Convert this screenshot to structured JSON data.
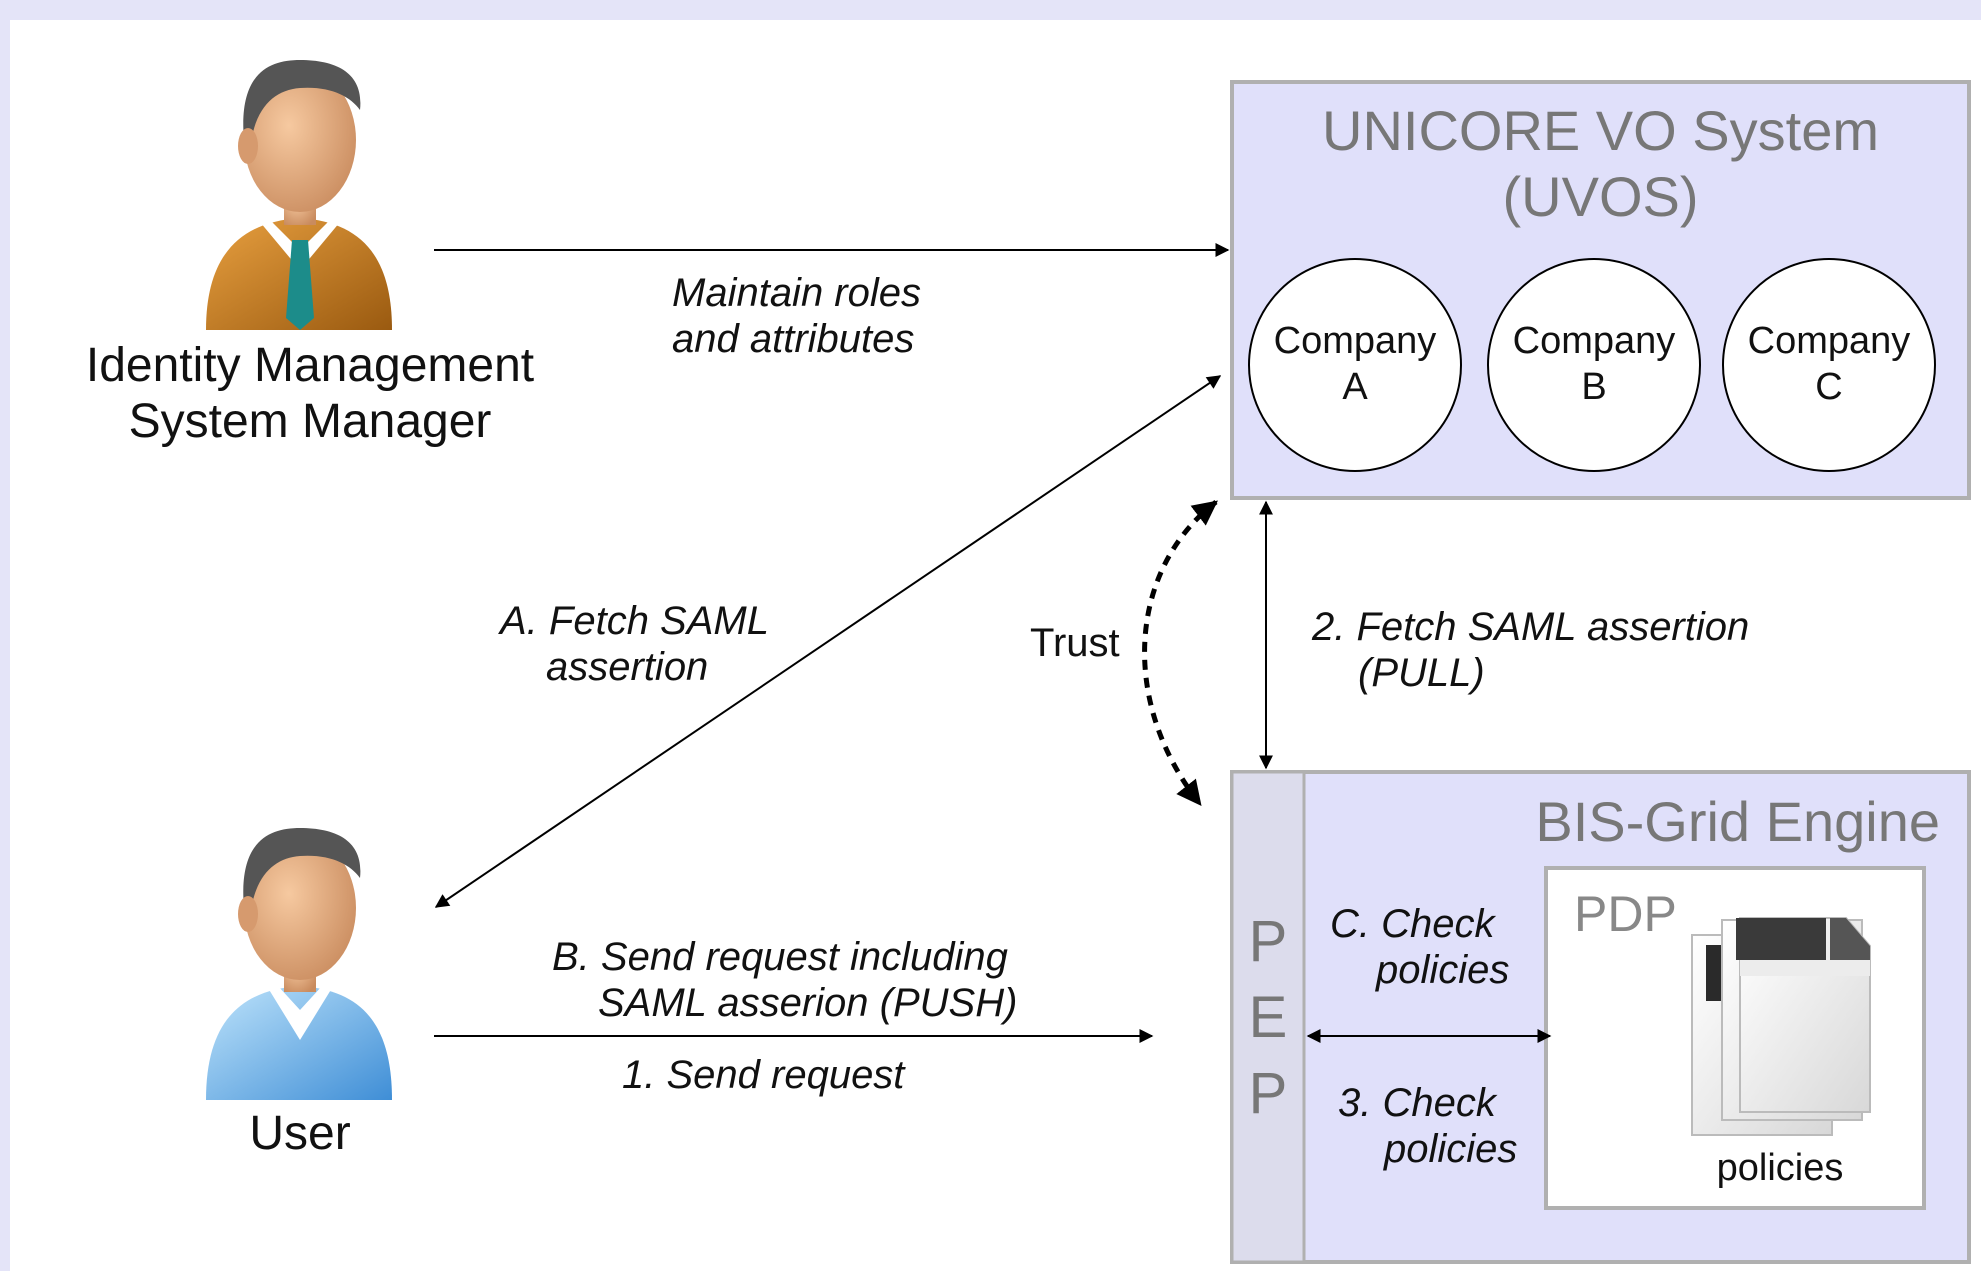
{
  "actors": {
    "manager": {
      "label_line1": "Identity Management",
      "label_line2": "System Manager",
      "icon": "businessman-icon"
    },
    "user": {
      "label": "User",
      "icon": "user-icon"
    }
  },
  "uvos": {
    "title_line1": "UNICORE VO System",
    "title_line2": "(UVOS)",
    "companies": [
      {
        "line1": "Company",
        "line2": "A"
      },
      {
        "line1": "Company",
        "line2": "B"
      },
      {
        "line1": "Company",
        "line2": "C"
      }
    ]
  },
  "engine": {
    "title": "BIS-Grid Engine",
    "pep_letters": [
      "P",
      "E",
      "P"
    ],
    "pdp_label": "PDP",
    "policies_label": "policies",
    "policies_icon": "documents-icon"
  },
  "arrows": {
    "maintain": {
      "line1": "Maintain roles",
      "line2": "and attributes"
    },
    "fetch_a": {
      "line1": "A. Fetch SAML",
      "line2": "assertion"
    },
    "trust": "Trust",
    "fetch_2": {
      "line1": "2. Fetch SAML assertion",
      "line2": "(PULL)"
    },
    "send_b": {
      "line1": "B. Send request including",
      "line2": "SAML asserion (PUSH)"
    },
    "send_1": "1. Send request",
    "check_c": {
      "line1": "C. Check",
      "line2": "policies"
    },
    "check_3": {
      "line1": "3. Check",
      "line2": "policies"
    }
  },
  "colors": {
    "background": "#e4e4f8",
    "box_fill": "#e0e0fa",
    "box_border": "#b0b0b0",
    "title_gray": "#777777",
    "pep_fill": "#dcdcec"
  }
}
